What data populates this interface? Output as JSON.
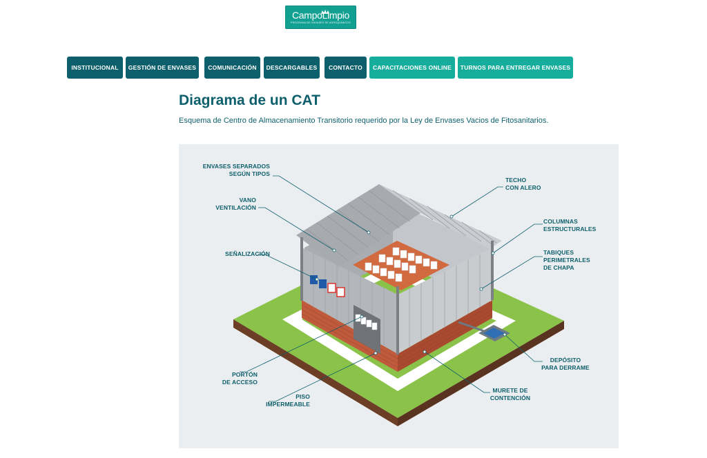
{
  "logo": {
    "name": "CampoLimpio",
    "tagline": "Programa de envases de agroquímicos"
  },
  "nav": {
    "items": [
      {
        "label": "INSTITUCIONAL"
      },
      {
        "label": "GESTIÓN DE ENVASES"
      },
      {
        "label": "COMUNICACIÓN"
      },
      {
        "label": "DESCARGABLES"
      },
      {
        "label": "CONTACTO"
      },
      {
        "label": "CAPACITACIONES ONLINE"
      },
      {
        "label": "TURNOS PARA ENTREGAR ENVASES"
      }
    ]
  },
  "page": {
    "title": "Diagrama de un CAT",
    "subtitle": "Esquema de Centro de Almacenamiento Transitorio requerido por la Ley de Envases Vacios de Fitosanitarios."
  },
  "diagram": {
    "labels": {
      "envases": "ENVASES SEPARADOS\nSEGÚN TIPOS",
      "vano": "VANO\nVENTILACIÓN",
      "senal": "SEÑALIZACIÓN",
      "porton": "PORTÓN\nDE ACCESO",
      "piso": "PISO\nIMPERMEABLE",
      "techo": "TECHO\nCON ALERO",
      "columnas": "COLUMNAS\nESTRUCTURALES",
      "tabiques": "TABIQUES\nPERIMETRALES\nDE CHAPA",
      "deposito": "DEPÓSITO\nPARA DERRAME",
      "murete": "MURETE DE\nCONTENCIÓN"
    },
    "colors": {
      "grass": "#8bc34a",
      "path": "#ffffff",
      "brick": "#c05a3c",
      "metal": "#b9bdc1",
      "accent": "#0d5f6c"
    }
  }
}
